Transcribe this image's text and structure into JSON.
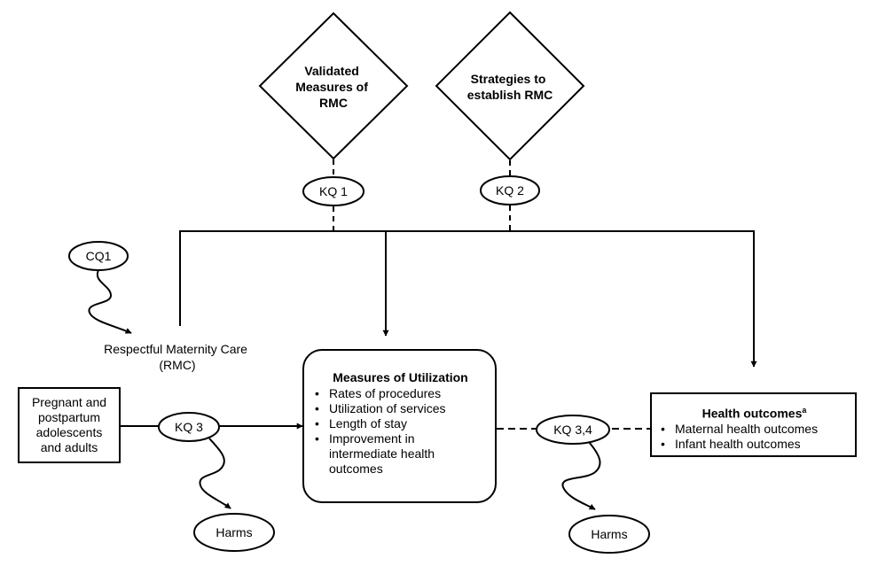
{
  "diamonds": {
    "validated_measures": [
      "Validated",
      "Measures of",
      "RMC"
    ],
    "strategies": [
      "Strategies to",
      "establish RMC"
    ]
  },
  "ovals": {
    "kq1": "KQ 1",
    "kq2": "KQ 2",
    "cq1": "CQ1",
    "kq3": "KQ 3",
    "kq34": "KQ 3,4",
    "harms_left": "Harms",
    "harms_right": "Harms"
  },
  "rmc_label": [
    "Respectful Maternity Care",
    "(RMC)"
  ],
  "population": [
    "Pregnant and",
    "postpartum",
    "adolescents",
    "and adults"
  ],
  "utilization": {
    "title": "Measures of Utilization",
    "items": [
      "Rates of procedures",
      "Utilization of services",
      "Length of stay",
      "Improvement in intermediate health outcomes"
    ]
  },
  "health_outcomes": {
    "title": "Health outcomes",
    "superscript": "a",
    "items": [
      "Maternal health outcomes",
      "Infant health outcomes"
    ]
  }
}
